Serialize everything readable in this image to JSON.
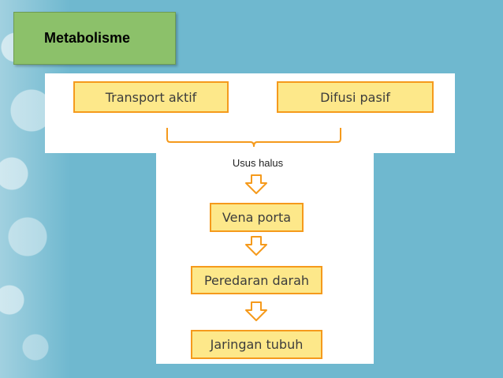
{
  "title": "Metabolisme",
  "diagram": {
    "top_boxes": [
      "Transport aktif",
      "Difusi pasif"
    ],
    "merge_label": "Usus halus",
    "flow_steps": [
      "Vena porta",
      "Peredaran darah",
      "Jaringan tubuh"
    ]
  },
  "colors": {
    "background": "#6fb8cf",
    "title_box": "#8cc16a",
    "box_fill": "#fde88a",
    "box_border": "#f59a1c"
  }
}
